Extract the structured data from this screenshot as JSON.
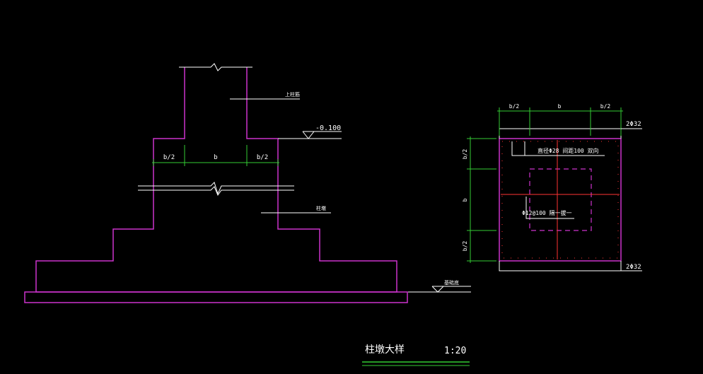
{
  "colors": {
    "background": "#000000",
    "outline": "#cc33cc",
    "dimension": "#33cc33",
    "leader": "#ffffff",
    "rebar": "#ff3333",
    "text": "#ffffff"
  },
  "section": {
    "label_top_column": "上柱筋",
    "label_pier": "柱墩",
    "label_foundation_base": "基础底",
    "elevation_label": "-0.100",
    "dim_left": "b/2",
    "dim_mid": "b",
    "dim_right": "b/2"
  },
  "plan": {
    "dim_top_left": "b/2",
    "dim_top_mid": "b",
    "dim_top_right": "b/2",
    "dim_side_top": "b/2",
    "dim_side_mid": "b",
    "dim_side_bottom": "b/2",
    "rebar_top": "2Φ32",
    "rebar_bottom": "2Φ32",
    "note_main_bars": "直径Φ28 间距100 双向",
    "note_stirrups": "Φ12@100 隔一拔一"
  },
  "title": {
    "text": "柱墩大样",
    "scale": "1:20"
  }
}
